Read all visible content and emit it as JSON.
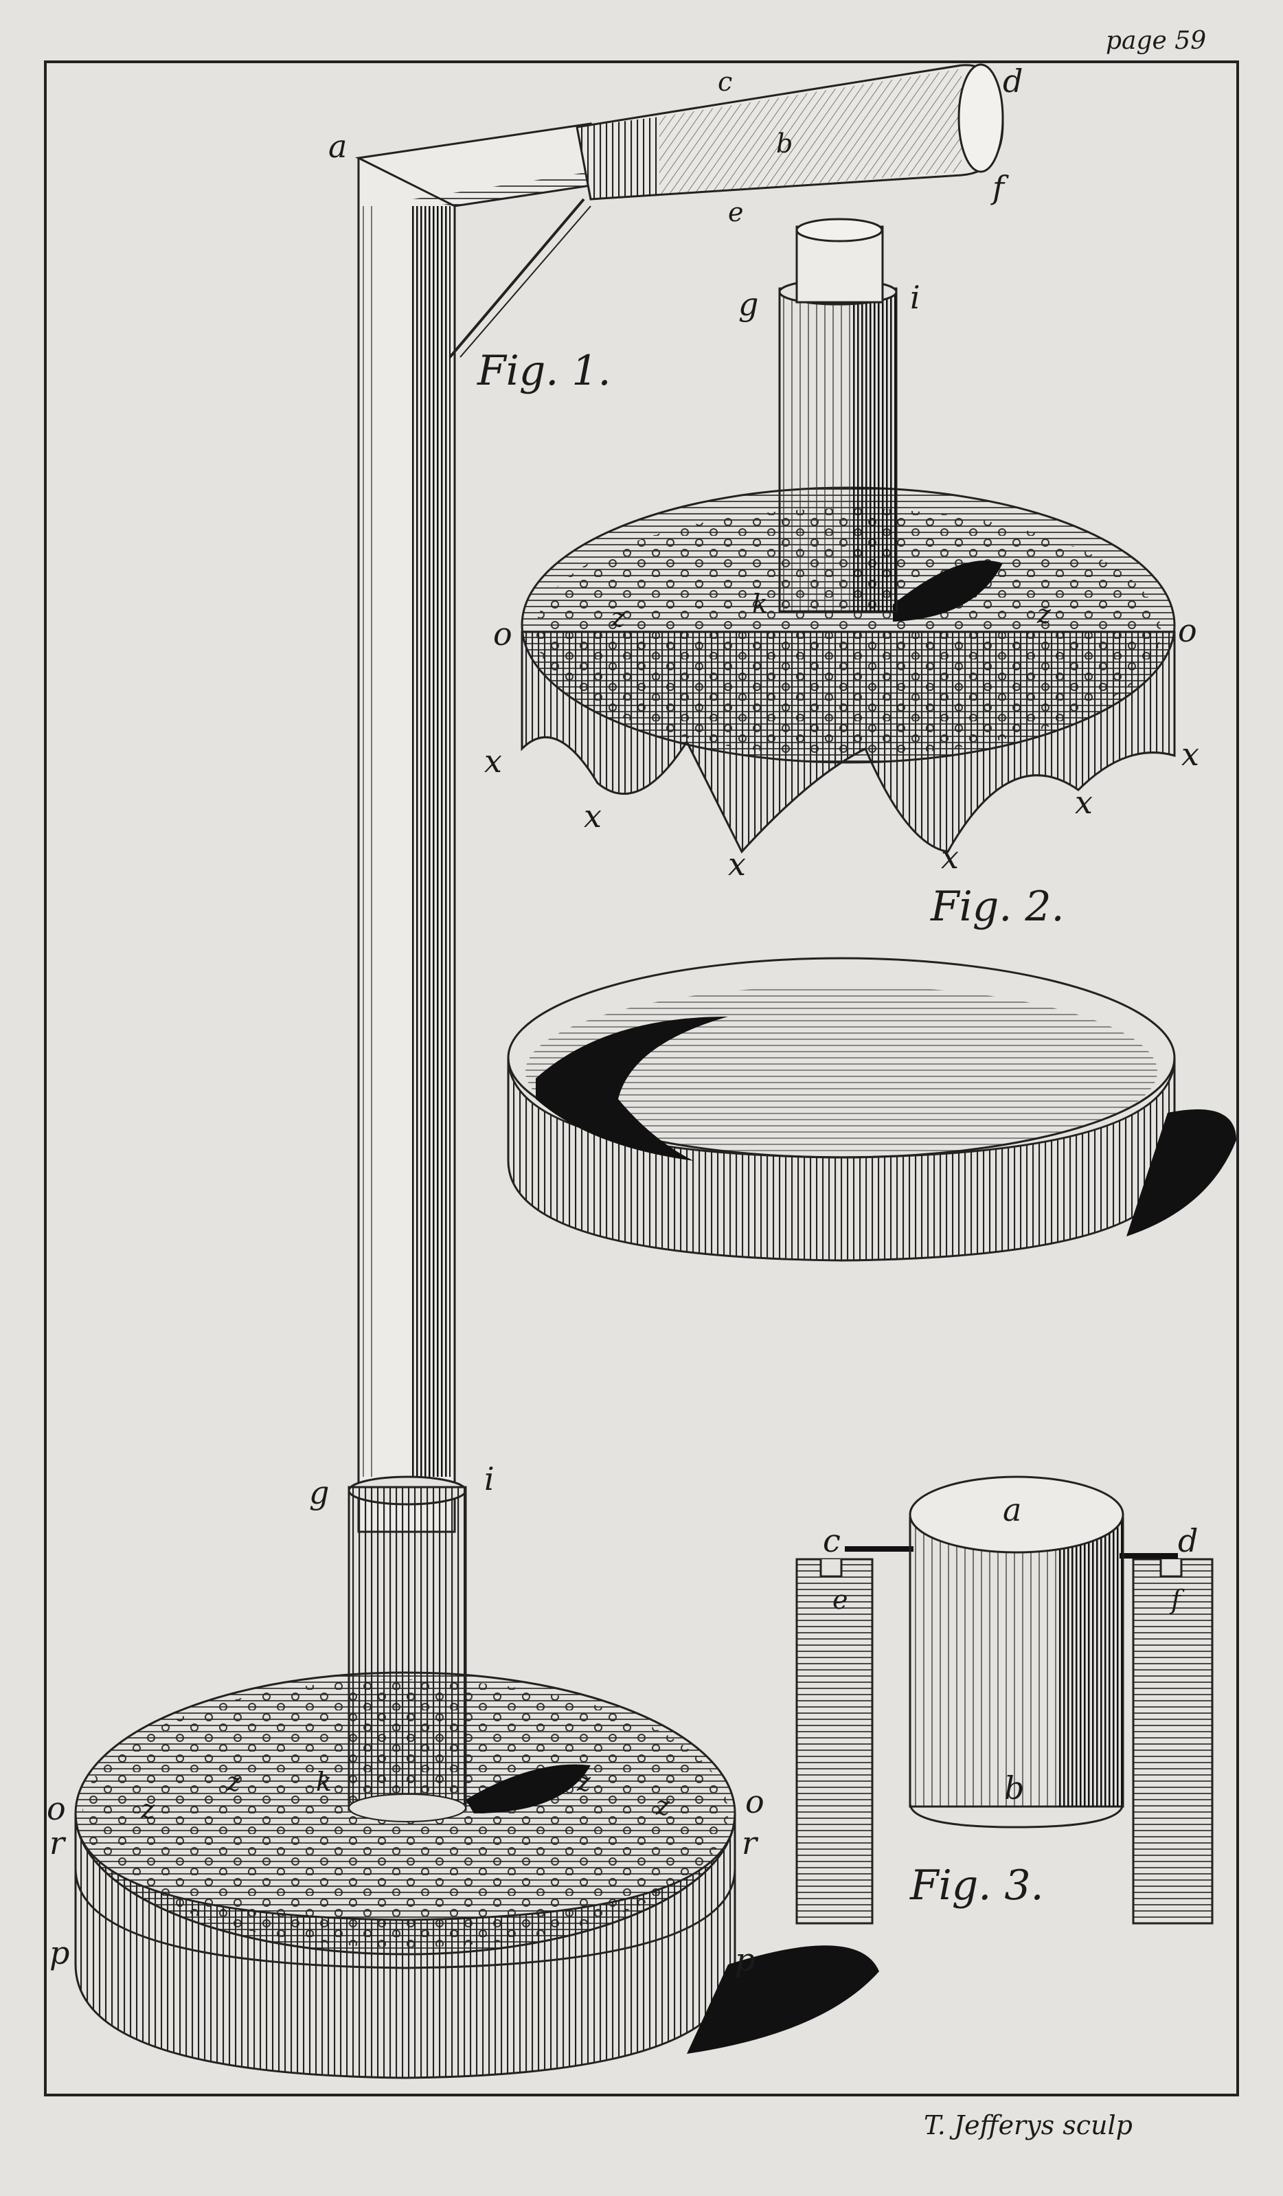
{
  "page_number": "page 59",
  "engraver": "T. Jefferys sculp",
  "figures": {
    "fig1": {
      "caption": "Fig. 1."
    },
    "fig2": {
      "caption": "Fig. 2."
    },
    "fig3": {
      "caption": "Fig. 3."
    }
  },
  "labels": {
    "a": "a",
    "b": "b",
    "c": "c",
    "d": "d",
    "e": "e",
    "f": "f",
    "g": "g",
    "i": "i",
    "k": "k",
    "o": "o",
    "r": "r",
    "p": "p",
    "x": "x",
    "z": "z"
  },
  "colors": {
    "paper": "#e4e3df",
    "ink": "#1b1b1b"
  }
}
